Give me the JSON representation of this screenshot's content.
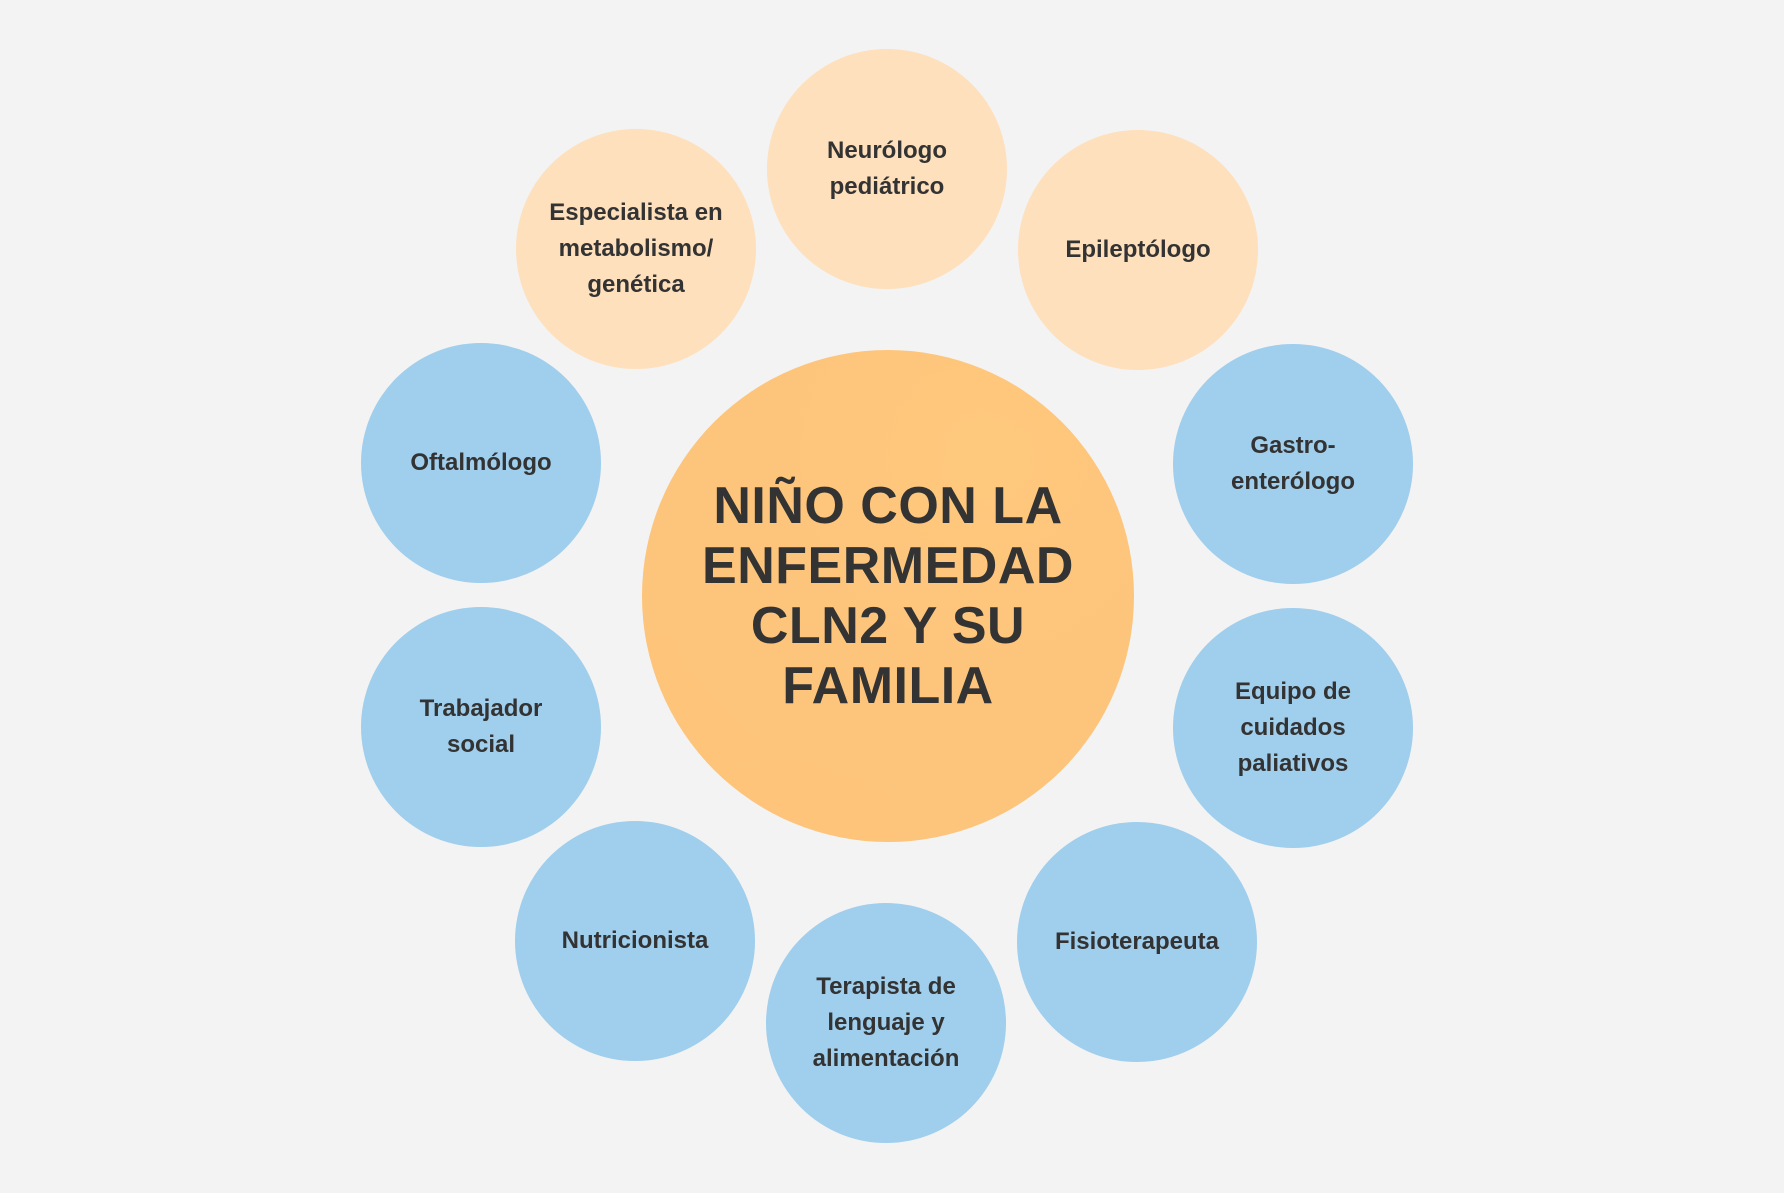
{
  "diagram": {
    "colors": {
      "background": "#f3f3f3",
      "center": "#fdc47b",
      "center_highlight": "#fec87d",
      "peach": "#fee0bd",
      "blue": "#a0ceed",
      "text": "#333333"
    },
    "center": {
      "label": "NIÑO CON LA ENFERMEDAD CLN2 Y SU FAMILIA"
    },
    "nodes": [
      {
        "id": "neurologo-pediatrico",
        "label": "Neurólogo pediátrico",
        "tone": "peach"
      },
      {
        "id": "epileptologo",
        "label": "Epileptólogo",
        "tone": "peach"
      },
      {
        "id": "gastroenterologo",
        "label": "Gastro-\nenterólogo",
        "tone": "blue"
      },
      {
        "id": "equipo-cuidados-paliativos",
        "label": "Equipo de cuidados paliativos",
        "tone": "blue"
      },
      {
        "id": "fisioterapeuta",
        "label": "Fisioterapeuta",
        "tone": "blue"
      },
      {
        "id": "terapista-lenguaje",
        "label": "Terapista de lenguaje y alimentación",
        "tone": "blue"
      },
      {
        "id": "nutricionista",
        "label": "Nutricionista",
        "tone": "blue"
      },
      {
        "id": "trabajador-social",
        "label": "Trabajador social",
        "tone": "blue"
      },
      {
        "id": "oftalmologo",
        "label": "Oftalmólogo",
        "tone": "blue"
      },
      {
        "id": "especialista-metabolismo",
        "label": "Especialista en metabolismo/ genética",
        "tone": "peach"
      }
    ]
  }
}
